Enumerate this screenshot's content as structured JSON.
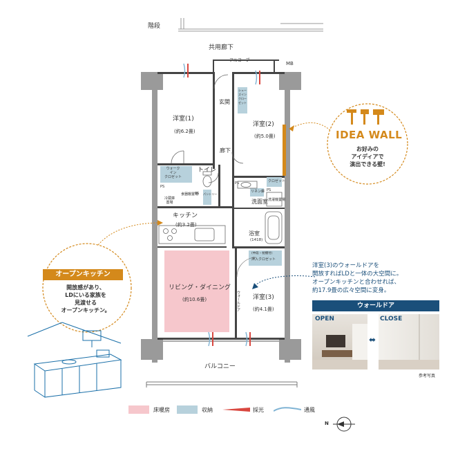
{
  "labels": {
    "stairs": "階段",
    "corridor": "共用廊下",
    "alcove": "アルコーブ",
    "mb": "MB",
    "entrance": "玄関",
    "hallway": "廊下",
    "shoes_closet": "シューズインクローゼット",
    "toilet": "トイレ",
    "wic": "ウォーク\nイン\nクロゼット",
    "closet": "クロゼット",
    "linen_cabinet": "リネン庫",
    "washroom": "洗面室",
    "laundry": "洗濯機置場",
    "fridge": "冷蔵庫\n置場",
    "kitchen_storage": "食器棚置場",
    "pantry": "パントリー",
    "ps1": "PS",
    "ps2": "PS",
    "ps3": "PS",
    "ps4": "PS",
    "wall_door_label": "ウォールドア",
    "oshiire": "押入クロゼット",
    "oshiire_top": "(中段・枕棚付)",
    "balcony": "バルコニー",
    "photo_note": "参考写真",
    "compass": "N"
  },
  "rooms": {
    "western1": {
      "name": "洋室(1)",
      "size": "(約6.2畳)"
    },
    "western2": {
      "name": "洋室(2)",
      "size": "(約5.0畳)"
    },
    "western3": {
      "name": "洋室(3)",
      "size": "(約4.1畳)"
    },
    "kitchen": {
      "name": "キッチン",
      "size": "(約3.2畳)"
    },
    "bath": {
      "name": "浴室",
      "size": "(1418)"
    },
    "living": {
      "name": "リビング・ダイニング",
      "size": "(約10.6畳)"
    }
  },
  "idea_wall": {
    "title": "IDEA WALL",
    "line1": "お好みの",
    "line2": "アイディアで",
    "line3": "演出できる壁!"
  },
  "open_kitchen": {
    "badge": "オープンキッチン",
    "line1": "開放感があり、",
    "line2": "LDにいる家族を",
    "line3": "見渡せる",
    "line4": "オープンキッチン。"
  },
  "wall_door_note": {
    "line1": "洋室(3)のウォールドアを",
    "line2": "開放すればLDと一体の大空間に。",
    "line3": "オープンキッチンと合わせれば、",
    "line4": "約17.9畳の広々空間に変身。",
    "header": "ウォールドア",
    "open": "OPEN",
    "close": "CLOSE",
    "arrow": "⬌"
  },
  "legend": {
    "heated": "床暖房",
    "storage": "収納",
    "light": "採光",
    "wind": "通風"
  },
  "colors": {
    "accent": "#d4891b",
    "navy": "#1a4f7a",
    "heated": "#f6c7cc",
    "storage": "#b7d1dc",
    "light": "#d9473f",
    "wind": "#7fb3d4"
  }
}
